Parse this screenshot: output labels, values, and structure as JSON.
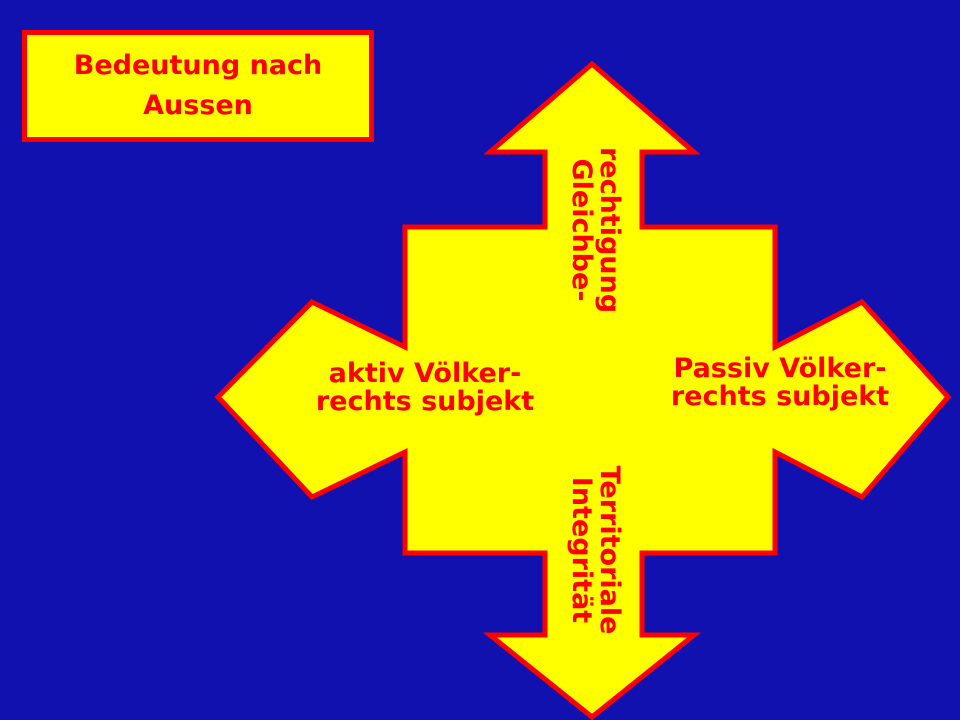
{
  "colors": {
    "background": "#1111b0",
    "fill": "#ffff00",
    "outline": "#ff0000",
    "text": "#ff0000"
  },
  "title": {
    "line1": "Bedeutung nach",
    "line2": "Aussen"
  },
  "arrow": {
    "up": {
      "line1": "Gleichbe-",
      "line2": "rechtigung"
    },
    "down": {
      "line1": "Territoriale",
      "line2": "Integrität"
    },
    "left": {
      "line1": "aktiv Völker-",
      "line2": "rechts subjekt"
    },
    "right": {
      "line1": "Passiv Völker-",
      "line2": "rechts subjekt"
    }
  }
}
